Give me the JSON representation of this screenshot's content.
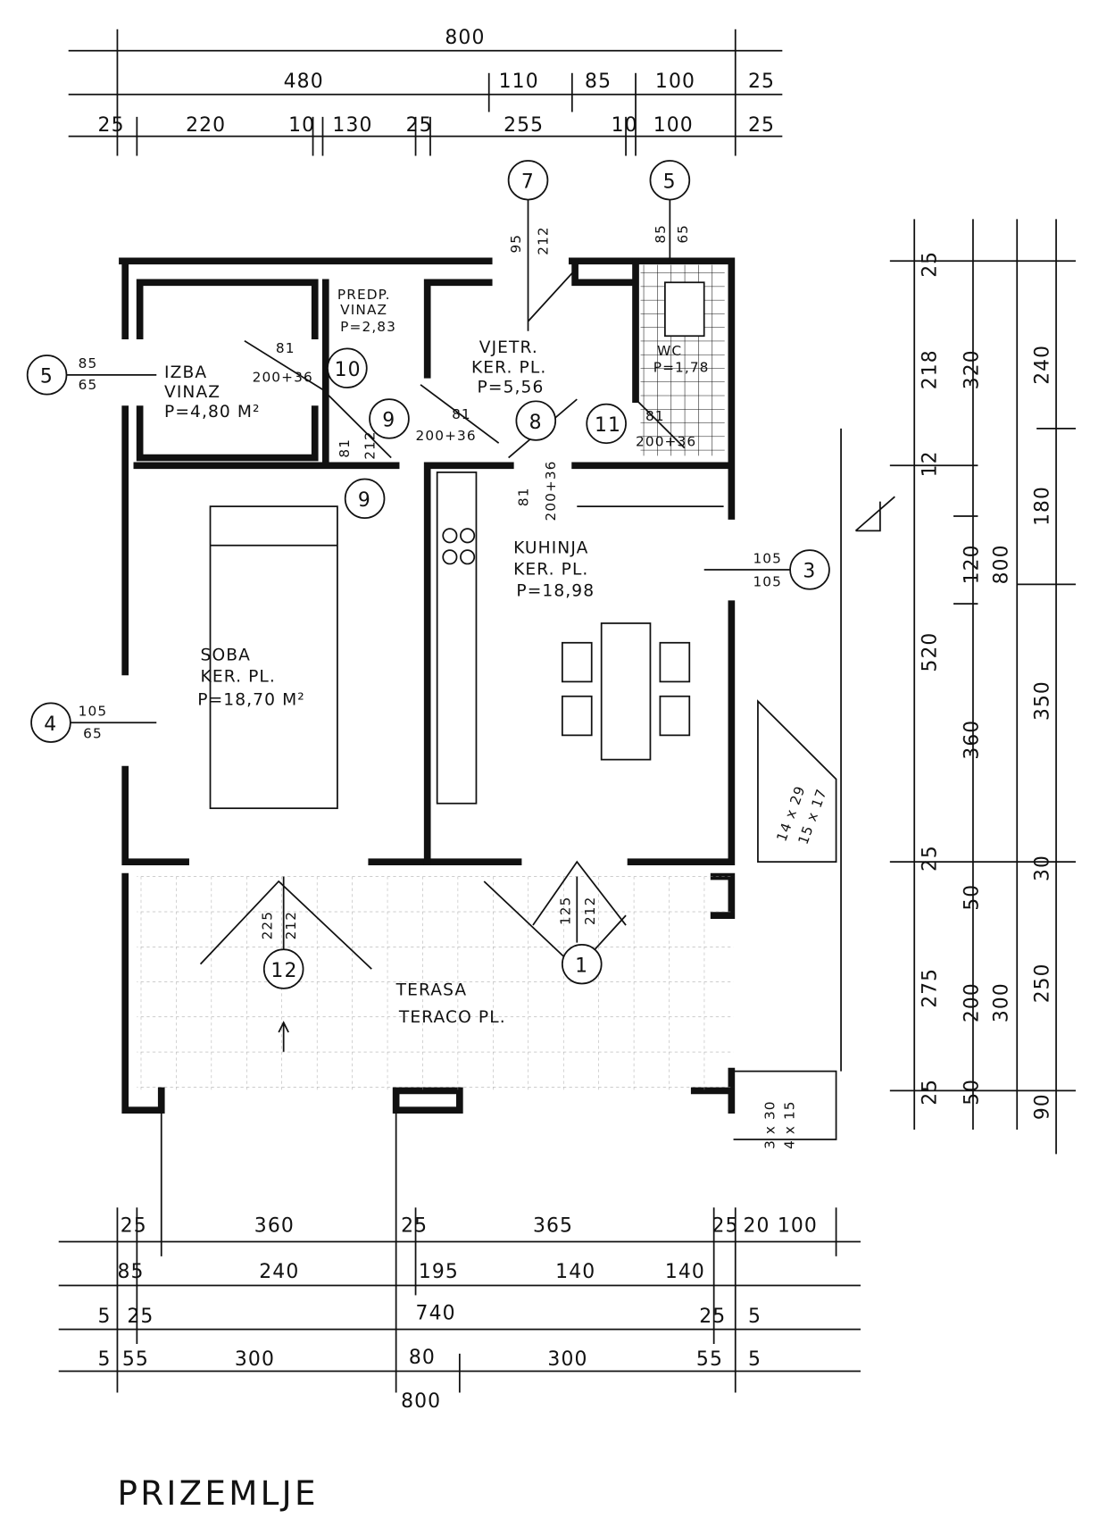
{
  "title": "PRIZEMLJE",
  "dims_top": {
    "row1": [
      "800"
    ],
    "row2": [
      "480",
      "110",
      "85",
      "100",
      "25"
    ],
    "row3": [
      "25",
      "220",
      "10",
      "130",
      "25",
      "255",
      "10",
      "100",
      "25"
    ]
  },
  "dims_right": {
    "col1": [
      "25",
      "218",
      "12",
      "520",
      "25",
      "275",
      "25"
    ],
    "col2": [
      "320",
      "120",
      "360",
      "50",
      "200",
      "50"
    ],
    "col3": [
      "800",
      "300"
    ],
    "col4": [
      "240",
      "180",
      "350",
      "30",
      "250",
      "90"
    ]
  },
  "dims_bottom": {
    "row1": [
      "25",
      "360",
      "25",
      "365",
      "25",
      "20",
      "100"
    ],
    "row2": [
      "85",
      "240",
      "195",
      "140",
      "140"
    ],
    "row3": [
      "5",
      "25",
      "740",
      "25",
      "5"
    ],
    "row4": [
      "5",
      "55",
      "300",
      "80",
      "300",
      "55",
      "5"
    ],
    "total": "800"
  },
  "rooms": {
    "predp": [
      "PREDP.",
      "VINAZ",
      "P=2,83"
    ],
    "izba": [
      "IZBA",
      "VINAZ",
      "P=4,80 M²"
    ],
    "vjetr": [
      "VJETR.",
      "KER. PL.",
      "P=5,56"
    ],
    "wc": [
      "WC",
      "P=1,78"
    ],
    "kuhinja": [
      "KUHINJA",
      "KER. PL.",
      "P=18,98"
    ],
    "soba": [
      "SOBA",
      "KER. PL.",
      "P=18,70 M²"
    ],
    "terasa": [
      "TERASA",
      "TERACO PL."
    ]
  },
  "markers": {
    "m7": {
      "num": "7",
      "a": "95",
      "b": "212"
    },
    "m5top": {
      "num": "5",
      "a": "85",
      "b": "65"
    },
    "m5left": {
      "num": "5",
      "a": "85",
      "b": "65"
    },
    "m10": {
      "num": "10",
      "a": "81",
      "b": "200+36"
    },
    "m9a": {
      "num": "9",
      "a": "81",
      "b": "200+36"
    },
    "m8": {
      "num": "8",
      "a": "81",
      "b": "200+36"
    },
    "m11": {
      "num": "11",
      "a": "81",
      "b": "200+36"
    },
    "m9b": {
      "num": "9",
      "a": "81",
      "b": "212"
    },
    "m4": {
      "num": "4",
      "a": "105",
      "b": "65"
    },
    "m3": {
      "num": "3",
      "a": "105",
      "b": "105"
    },
    "m12": {
      "num": "12",
      "a": "225",
      "b": "212"
    },
    "m1": {
      "num": "1",
      "a": "125",
      "b": "212"
    },
    "m_kitchen_door": {
      "a": "81",
      "b": "200+36"
    }
  },
  "stairs": {
    "main": [
      "14 x 29",
      "15 x 17"
    ],
    "terrace": [
      "3 x 30",
      "4 x 15"
    ]
  }
}
